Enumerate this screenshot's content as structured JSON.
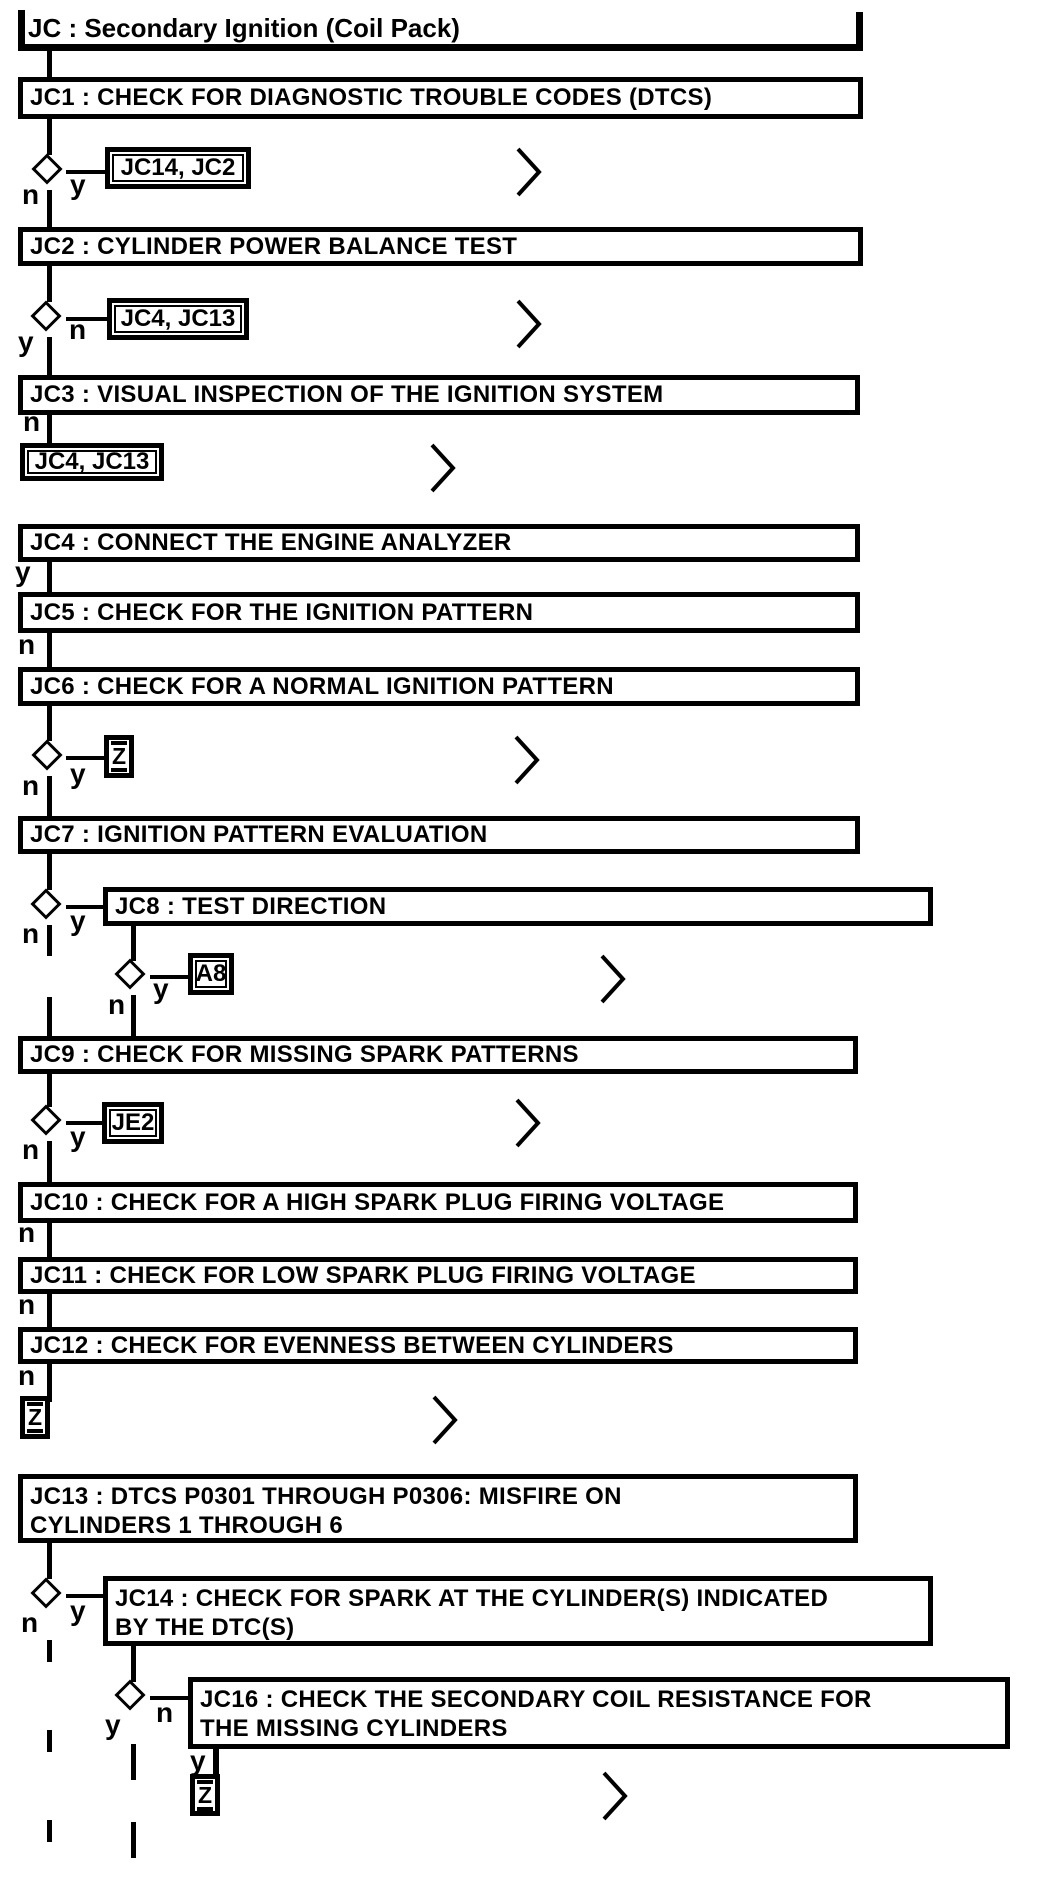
{
  "diagram": {
    "title": "JC : Secondary Ignition (Coil Pack)",
    "branch_labels": {
      "yes": "y",
      "no": "n"
    },
    "boxes": [
      {
        "id": "JC1",
        "label": "JC1 : CHECK FOR DIAGNOSTIC TROUBLE CODES (DTCS)"
      },
      {
        "id": "JC2",
        "label": "JC2 : CYLINDER POWER BALANCE TEST"
      },
      {
        "id": "JC3",
        "label": "JC3 : VISUAL INSPECTION OF THE IGNITION SYSTEM"
      },
      {
        "id": "JC4",
        "label": "JC4 : CONNECT THE ENGINE ANALYZER"
      },
      {
        "id": "JC5",
        "label": "JC5 : CHECK FOR THE IGNITION PATTERN"
      },
      {
        "id": "JC6",
        "label": "JC6 : CHECK FOR A NORMAL IGNITION PATTERN"
      },
      {
        "id": "JC7",
        "label": "JC7 : IGNITION PATTERN EVALUATION"
      },
      {
        "id": "JC8",
        "label": "JC8 : TEST DIRECTION"
      },
      {
        "id": "JC9",
        "label": "JC9 : CHECK FOR MISSING SPARK PATTERNS"
      },
      {
        "id": "JC10",
        "label": "JC10 : CHECK FOR A HIGH SPARK PLUG FIRING VOLTAGE"
      },
      {
        "id": "JC11",
        "label": "JC11 : CHECK FOR LOW SPARK PLUG FIRING VOLTAGE"
      },
      {
        "id": "JC12",
        "label": "JC12 : CHECK FOR EVENNESS BETWEEN CYLINDERS"
      },
      {
        "id": "JC13",
        "line1": "JC13 : DTCS P0301 THROUGH P0306: MISFIRE ON",
        "line2": "CYLINDERS 1 THROUGH 6"
      },
      {
        "id": "JC14",
        "line1": "JC14 : CHECK FOR SPARK AT THE CYLINDER(S) INDICATED",
        "line2": "BY THE DTC(S)"
      },
      {
        "id": "JC16",
        "line1": "JC16 : CHECK THE SECONDARY COIL RESISTANCE FOR",
        "line2": "THE MISSING CYLINDERS"
      }
    ],
    "references": [
      {
        "label": "JC14, JC2"
      },
      {
        "label": "JC4, JC13"
      },
      {
        "label": "JC4, JC13"
      },
      {
        "label": "Z"
      },
      {
        "label": "A8"
      },
      {
        "label": "JE2"
      },
      {
        "label": "Z"
      },
      {
        "label": "Z"
      }
    ],
    "icons": {
      "continuation_arrow": "chevron-right"
    },
    "colors": {
      "line": "#000000",
      "background": "#ffffff"
    }
  }
}
